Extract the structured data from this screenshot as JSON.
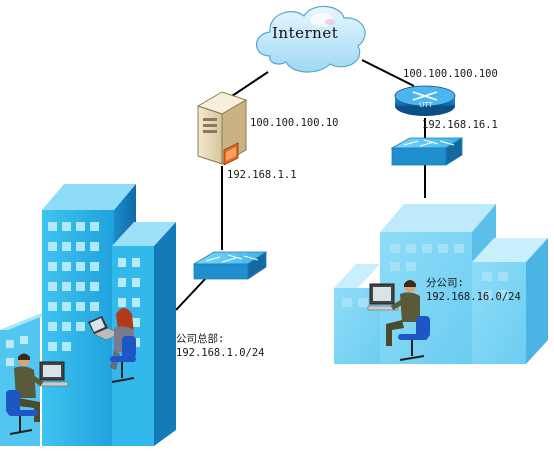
{
  "cloud": {
    "label": "Internet"
  },
  "server": {
    "public_ip": "100.100.100.10",
    "lan_ip": "192.168.1.1"
  },
  "router": {
    "badge": "UTT",
    "public_ip": "100.100.100.100",
    "lan_ip": "192.168.16.1"
  },
  "headquarters": {
    "name": "公司总部:",
    "subnet": "192.168.1.0/24"
  },
  "branch": {
    "name": "分公司:",
    "subnet": "192.168.16.0/24"
  },
  "colors": {
    "link": "#000000",
    "building_light": "#6fd4f5",
    "building_mid": "#2fb5e8",
    "building_dark": "#1683bf",
    "device_blue": "#22a0e0",
    "server_body": "#e9dcc0"
  }
}
